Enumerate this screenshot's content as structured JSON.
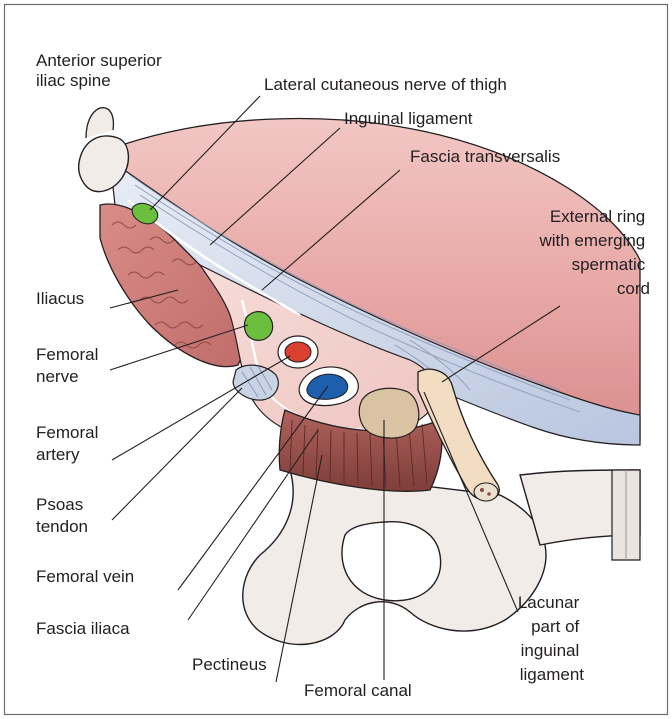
{
  "labels": {
    "asis": [
      "Anterior superior",
      "iliac spine"
    ],
    "lcn": "Lateral cutaneous nerve of thigh",
    "inguinal": "Inguinal ligament",
    "fascia_trans": "Fascia transversalis",
    "ext_ring": [
      "External ring",
      "with emerging",
      "spermatic",
      "cord"
    ],
    "iliacus": "Iliacus",
    "fem_nerve": [
      "Femoral",
      "nerve"
    ],
    "fem_artery": [
      "Femoral",
      "artery"
    ],
    "psoas": [
      "Psoas",
      "tendon"
    ],
    "fem_vein": "Femoral vein",
    "fascia_iliaca": "Fascia iliaca",
    "pectineus": "Pectineus",
    "fem_canal": "Femoral canal",
    "lacunar": [
      "Lacunar",
      "part of",
      "inguinal",
      "ligament"
    ]
  },
  "colors": {
    "nerve": "#6cbf3e",
    "artery": "#d9402f",
    "vein": "#1d5fae",
    "muscle": "#c07070",
    "muscle_dark": "#8e4a45",
    "ligament": "#d4dded",
    "bone": "#f0ebe7",
    "abdominal_wall": "#e6a8a8",
    "canal": "#d9c3a3",
    "cord": "#f2dcc2"
  }
}
